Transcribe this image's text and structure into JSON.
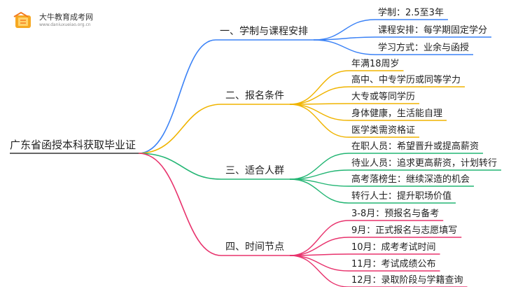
{
  "logo": {
    "name": "大牛教育成考网",
    "url_text": "www.daniuxueiao.org.cn"
  },
  "colors": {
    "branch1": "#3b82f6",
    "branch2": "#f0b400",
    "branch3": "#22b573",
    "branch4": "#e8336d"
  },
  "root": "广东省函授本科获取毕业证",
  "branches": [
    {
      "title": "一、学制与课程安排",
      "leaves": [
        "学制：2.5至3年",
        "课程安排：每学期固定学分",
        "学习方式：业余与函授"
      ]
    },
    {
      "title": "二、报名条件",
      "leaves": [
        "年满18周岁",
        "高中、中专学历或同等学力",
        "大专或等同学历",
        "身体健康，生活能自理",
        "医学类需资格证"
      ]
    },
    {
      "title": "三、适合人群",
      "leaves": [
        "在职人员：希望晋升或提高薪资",
        "待业人员：追求更高薪资，计划转行",
        "高考落榜生：继续深造的机会",
        "转行人士：提升职场价值"
      ]
    },
    {
      "title": "四、时间节点",
      "leaves": [
        "3-8月：预报名与备考",
        "9月：正式报名与志愿填写",
        "10月：成考考试时间",
        "11月：考试成绩公布",
        "12月：录取阶段与学籍查询"
      ]
    }
  ]
}
